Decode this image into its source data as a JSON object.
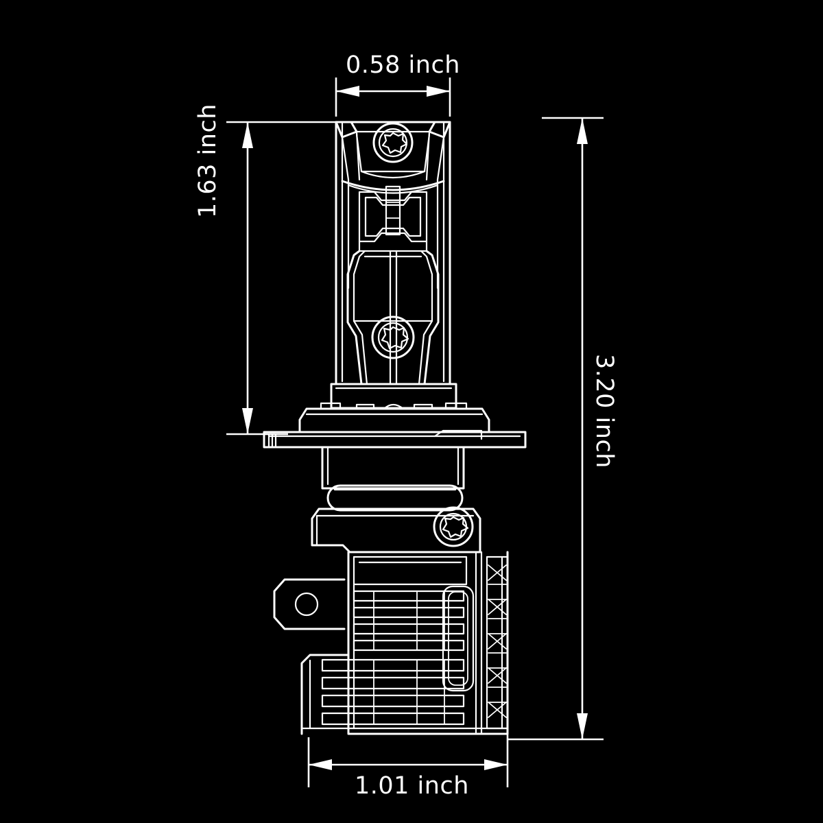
{
  "drawing": {
    "title": "LED headlight bulb dimensional drawing",
    "subject": "H4 style LED headlight bulb",
    "background_color": "#000000",
    "line_color": "#ffffff",
    "unit": "inch",
    "view": "front elevation"
  },
  "dimensions": {
    "width_top": {
      "value": "0.58",
      "unit": "inch",
      "label": "0.58 inch",
      "orientation": "horizontal",
      "position": "top",
      "describes": "upper lens housing width"
    },
    "height_left": {
      "value": "1.63",
      "unit": "inch",
      "label": "1.63 inch",
      "orientation": "vertical-ccw",
      "position": "left",
      "describes": "height from bulb tip to base flange"
    },
    "height_right": {
      "value": "3.20",
      "unit": "inch",
      "label": "3.20 inch",
      "orientation": "vertical-cw",
      "position": "right",
      "describes": "overall bulb height"
    },
    "width_bottom": {
      "value": "1.01",
      "unit": "inch",
      "label": "1.01 inch",
      "orientation": "horizontal",
      "position": "bottom",
      "describes": "heatsink driver body width"
    }
  },
  "components": {
    "top_screw": "torx-screw",
    "mid_screw": "torx-screw",
    "driver_screw": "torx-screw",
    "led_chip": "led-emitter-chip",
    "base": "h4-base-flange",
    "collar": "retaining-collar-ring",
    "heatsink": "finned-heatsink",
    "mount_tab": "mounting-tab-with-hole"
  }
}
